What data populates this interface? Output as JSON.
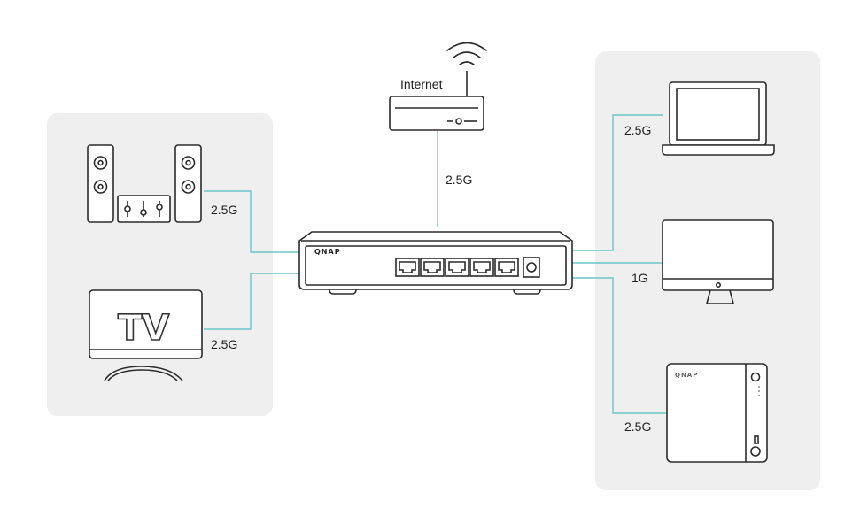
{
  "colors": {
    "cable": "#6cc6c7",
    "panel": "#efeff0",
    "device_stroke": "#2b2b2b"
  },
  "router": {
    "label": "Internet",
    "icon": "wifi-icon"
  },
  "switch": {
    "brand": "QNAP"
  },
  "nas": {
    "brand": "QNAP"
  },
  "tv": {
    "text": "TV"
  },
  "links": {
    "router": "2.5G",
    "speakers": "2.5G",
    "tv": "2.5G",
    "laptop": "2.5G",
    "monitor": "1G",
    "nas": "2.5G"
  }
}
